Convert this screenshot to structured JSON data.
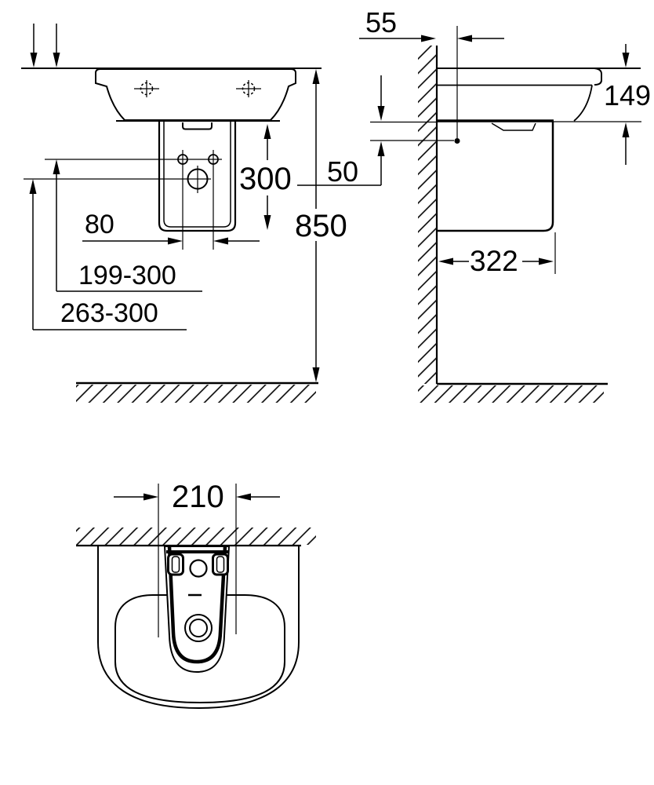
{
  "drawing": {
    "type": "technical-installation-drawing",
    "subject": "wall-hung washbasin with semi-pedestal",
    "line_color": "#000000",
    "background_color": "#ffffff",
    "views": [
      "front-view",
      "side-view",
      "bottom-view"
    ]
  },
  "dims": {
    "hole_spacing": "80",
    "rim_to_fixing_holes": "199-300",
    "rim_to_tap_hole": "263-300",
    "pedestal_height": "300",
    "rim_height_above_floor": "850",
    "wall_to_tap_center": "55",
    "rim_to_basin_bottom": "149",
    "basin_bottom_to_tap": "50",
    "pedestal_depth": "322",
    "shroud_width": "210"
  }
}
